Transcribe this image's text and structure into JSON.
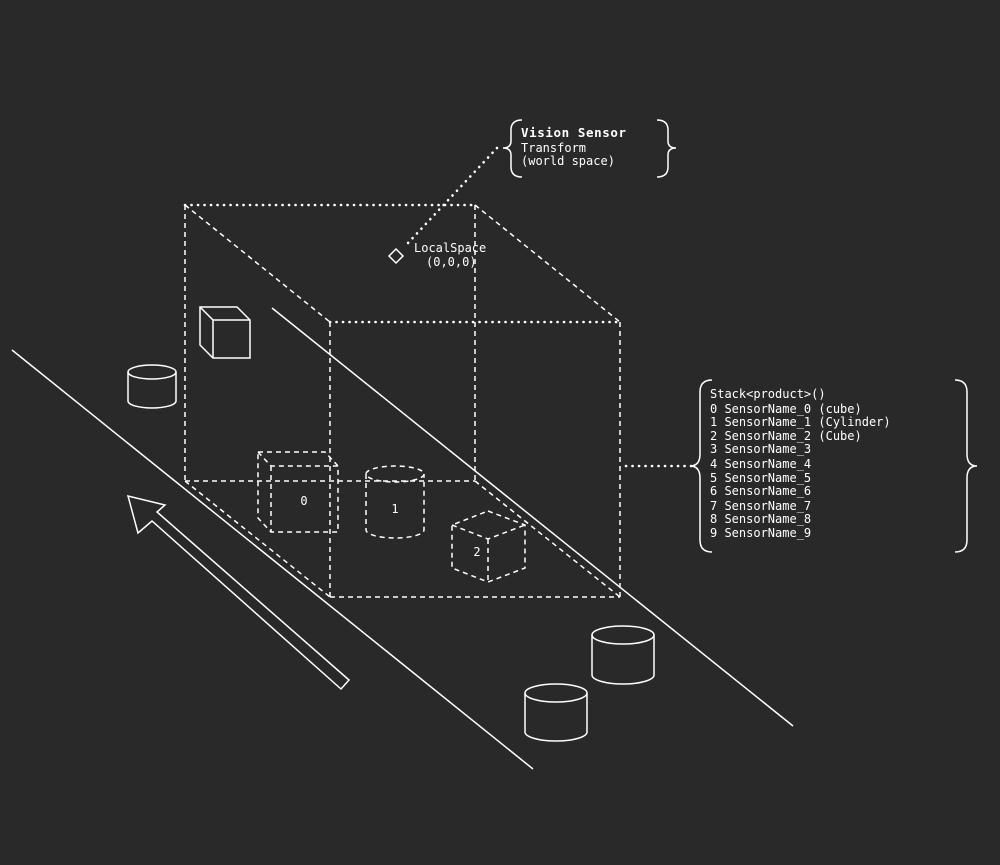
{
  "vision_sensor": {
    "title": "Vision Sensor",
    "line1": "Transform",
    "line2": "(world space)"
  },
  "local_space": {
    "label": "LocalSpace",
    "origin": "(0,0,0)"
  },
  "products": [
    {
      "index": "0",
      "shape": "cube"
    },
    {
      "index": "1",
      "shape": "cylinder"
    },
    {
      "index": "2",
      "shape": "cube"
    }
  ],
  "stack": {
    "header": "Stack<product>()",
    "entries": [
      "0 SensorName_0 (cube)",
      "1 SensorName_1 (Cylinder)",
      "2 SensorName_2 (Cube)",
      "3 SensorName_3",
      "4 SensorName_4",
      "5 SensorName_5",
      "6 SensorName_6",
      "7 SensorName_7",
      "8 SensorName_8",
      "9 SensorName_9"
    ]
  },
  "colors": {
    "background": "#292929",
    "ink": "#ffffff"
  }
}
